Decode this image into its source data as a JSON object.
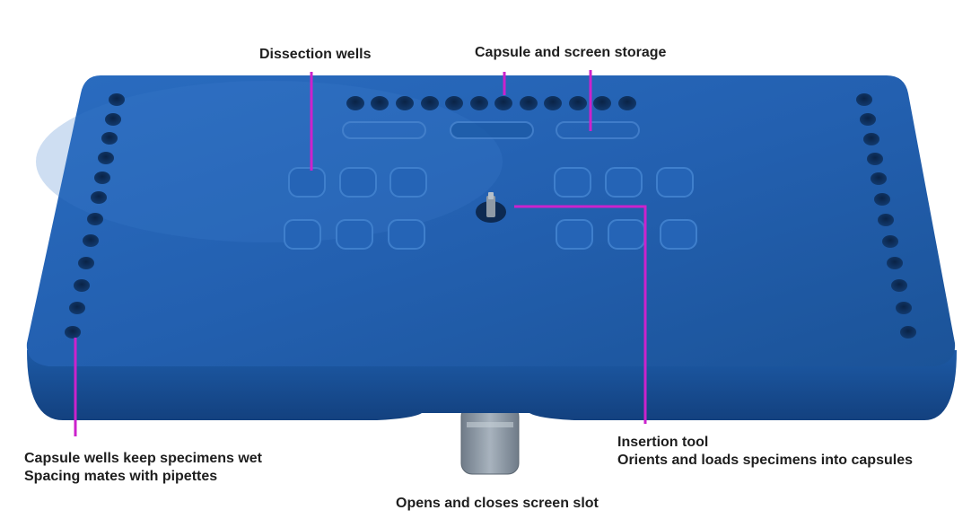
{
  "labels": {
    "dissection_wells": "Dissection wells",
    "capsule_screen_storage": "Capsule and screen storage",
    "capsule_wells_line1": "Capsule wells keep specimens wet",
    "capsule_wells_line2": "Spacing mates with pipettes",
    "insertion_tool_line1": "Insertion tool",
    "insertion_tool_line2": "Orients and loads specimens into capsules",
    "screen_slot": "Opens and closes screen slot"
  },
  "colors": {
    "body_blue": "#1f5fae",
    "body_dark": "#143f7a",
    "callout_magenta": "#cc22cc",
    "tab_gray": "#8d99a6",
    "text": "#1e1e1e"
  }
}
